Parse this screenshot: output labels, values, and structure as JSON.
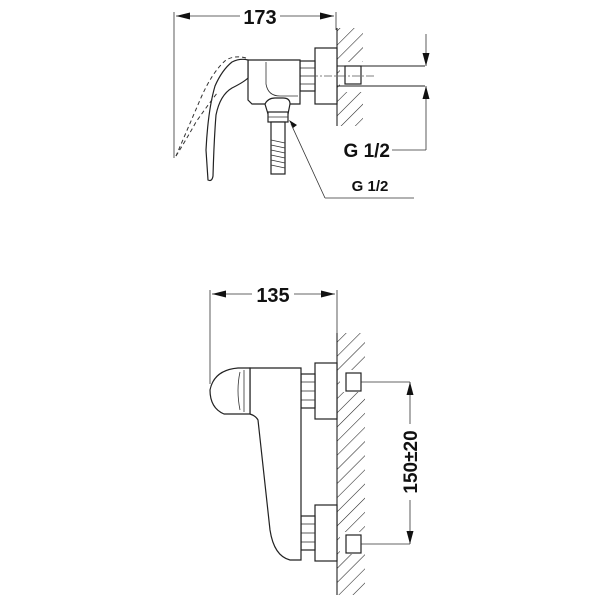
{
  "drawing": {
    "subject": "Wall-mounted single-lever shower mixer dimension drawing",
    "top_view": {
      "overall_depth_label": "173",
      "inlet_thread_label": "G 1/2",
      "outlet_thread_label": "G 1/2"
    },
    "bottom_view": {
      "depth_label": "135",
      "inlet_spacing_label": "150±20"
    },
    "colors": {
      "line": "#222222",
      "background": "#ffffff"
    }
  }
}
